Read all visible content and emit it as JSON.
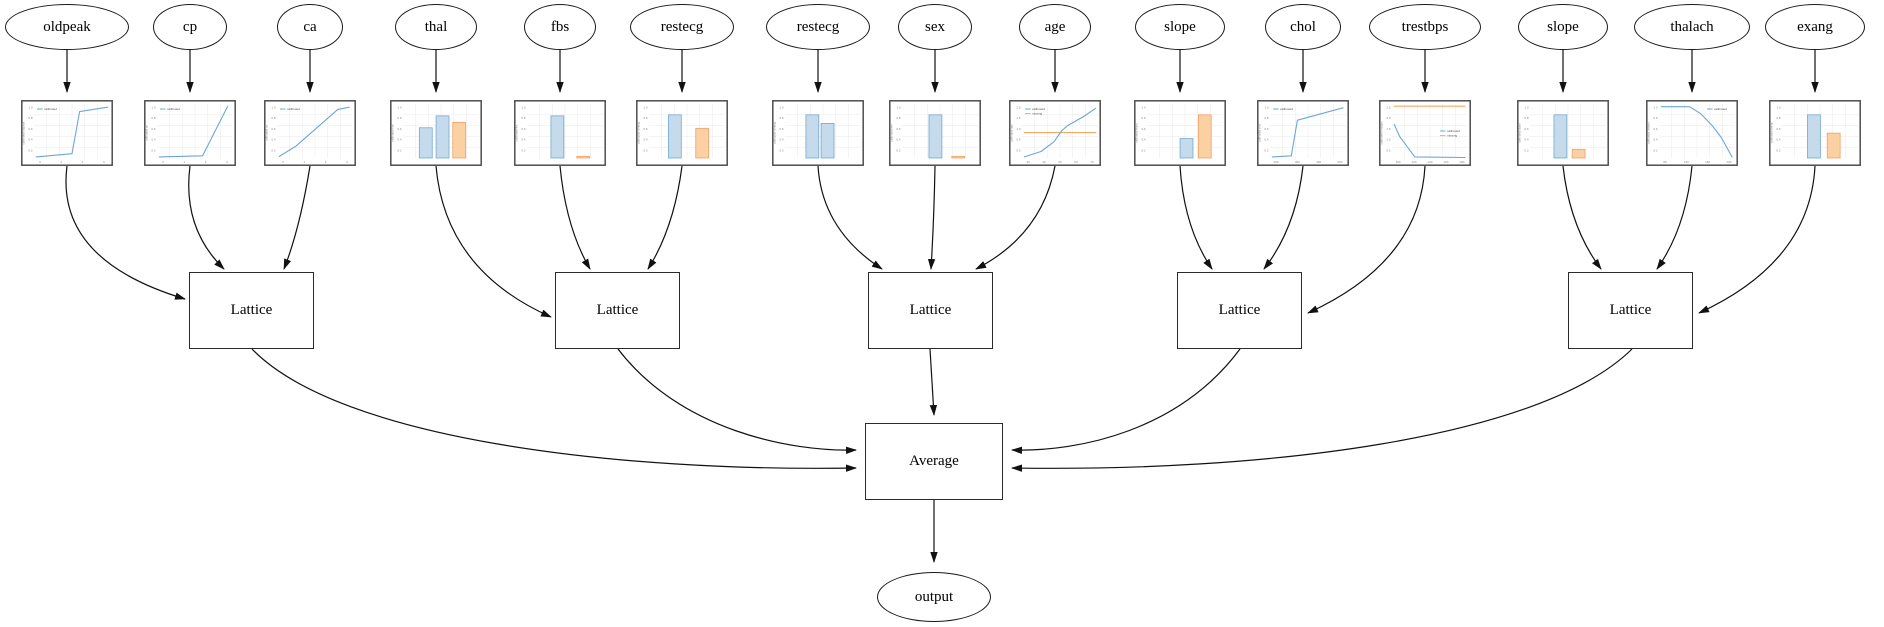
{
  "features": [
    {
      "id": "oldpeak",
      "label": "oldpeak",
      "plot": {
        "type": "line",
        "ylabel": "calibrated oldpeak",
        "yticks": [
          "1.0",
          "0.8",
          "0.6",
          "0.4",
          "0.2"
        ],
        "xticks": [
          "0",
          "2",
          "4",
          "6"
        ],
        "legend": {
          "pos": "tl",
          "entries": [
            {
              "color": "blue",
              "label": "calibrated"
            }
          ]
        },
        "lines": [
          {
            "color": "blue",
            "points": [
              [
                0.03,
                0.02
              ],
              [
                0.5,
                0.08
              ],
              [
                0.6,
                0.86
              ],
              [
                0.97,
                0.94
              ]
            ]
          }
        ]
      }
    },
    {
      "id": "cp",
      "label": "cp",
      "plot": {
        "type": "line",
        "ylabel": "calibrated cp",
        "yticks": [
          "1.0",
          "0.8",
          "0.6",
          "0.4",
          "0.2"
        ],
        "xticks": [
          "0",
          "1",
          "2",
          "3"
        ],
        "legend": {
          "pos": "tl",
          "entries": [
            {
              "color": "blue",
              "label": "calibrated"
            }
          ]
        },
        "lines": [
          {
            "color": "blue",
            "points": [
              [
                0.03,
                0.02
              ],
              [
                0.6,
                0.04
              ],
              [
                0.93,
                0.96
              ]
            ]
          }
        ]
      }
    },
    {
      "id": "ca",
      "label": "ca",
      "plot": {
        "type": "line",
        "ylabel": "calibrated ca",
        "yticks": [
          "1.0",
          "0.8",
          "0.6",
          "0.4",
          "0.2"
        ],
        "xticks": [
          "0",
          "1",
          "2",
          "3"
        ],
        "legend": {
          "pos": "tl",
          "entries": [
            {
              "color": "blue",
              "label": "calibrated"
            }
          ]
        },
        "lines": [
          {
            "color": "blue",
            "points": [
              [
                0.03,
                0.03
              ],
              [
                0.25,
                0.22
              ],
              [
                0.8,
                0.9
              ],
              [
                0.95,
                0.94
              ]
            ]
          }
        ]
      }
    },
    {
      "id": "thal",
      "label": "thal",
      "plot": {
        "type": "bar",
        "ylabel": "calibrated thal",
        "yticks": [
          "1.0",
          "0.8",
          "0.6",
          "0.4",
          "0.2"
        ],
        "xticks": [],
        "bars": [
          {
            "x": 0.3,
            "h": 0.56,
            "color": "blue"
          },
          {
            "x": 0.52,
            "h": 0.78,
            "color": "blue"
          },
          {
            "x": 0.74,
            "h": 0.66,
            "color": "orange"
          }
        ]
      }
    },
    {
      "id": "fbs",
      "label": "fbs",
      "plot": {
        "type": "bar",
        "ylabel": "calibrated fbs",
        "yticks": [
          "1.0",
          "0.8",
          "0.6",
          "0.4",
          "0.2"
        ],
        "xticks": [],
        "bars": [
          {
            "x": 0.4,
            "h": 0.78,
            "color": "blue"
          },
          {
            "x": 0.74,
            "h": 0.03,
            "color": "orange"
          }
        ]
      }
    },
    {
      "id": "restecg",
      "label": "restecg",
      "plot": {
        "type": "bar",
        "ylabel": "calibrated restecg",
        "yticks": [
          "1.0",
          "0.8",
          "0.6",
          "0.4",
          "0.2"
        ],
        "xticks": [],
        "bars": [
          {
            "x": 0.34,
            "h": 0.8,
            "color": "blue"
          },
          {
            "x": 0.7,
            "h": 0.55,
            "color": "orange"
          }
        ]
      }
    },
    {
      "id": "restecg2",
      "label": "restecg",
      "plot": {
        "type": "bar",
        "ylabel": "calibrated restecg",
        "yticks": [
          "1.0",
          "0.8",
          "0.6",
          "0.4",
          "0.2"
        ],
        "xticks": [],
        "bars": [
          {
            "x": 0.36,
            "h": 0.8,
            "color": "blue"
          },
          {
            "x": 0.56,
            "h": 0.64,
            "color": "blue"
          }
        ]
      }
    },
    {
      "id": "sex",
      "label": "sex",
      "plot": {
        "type": "bar",
        "ylabel": "calibrated sex",
        "yticks": [
          "1.0",
          "0.8",
          "0.6",
          "0.4",
          "0.2"
        ],
        "xticks": [],
        "bars": [
          {
            "x": 0.44,
            "h": 0.8,
            "color": "blue"
          },
          {
            "x": 0.74,
            "h": 0.03,
            "color": "orange"
          }
        ]
      }
    },
    {
      "id": "age",
      "label": "age",
      "plot": {
        "type": "line",
        "ylabel": "calibrated age",
        "yticks": [
          "2.0",
          "1.5",
          "1.0",
          "0.5",
          "0.0"
        ],
        "xticks": [
          "30",
          "40",
          "50",
          "60",
          "70"
        ],
        "legend": {
          "pos": "tl",
          "entries": [
            {
              "color": "blue",
              "label": "calibrated"
            },
            {
              "color": "orange",
              "label": "missing"
            }
          ]
        },
        "lines": [
          {
            "color": "orange",
            "points": [
              [
                0.03,
                0.47
              ],
              [
                0.97,
                0.47
              ]
            ]
          },
          {
            "color": "blue",
            "points": [
              [
                0.03,
                0.02
              ],
              [
                0.25,
                0.12
              ],
              [
                0.42,
                0.3
              ],
              [
                0.52,
                0.5
              ],
              [
                0.6,
                0.6
              ],
              [
                0.8,
                0.76
              ],
              [
                0.97,
                0.92
              ]
            ]
          }
        ]
      }
    },
    {
      "id": "slope",
      "label": "slope",
      "plot": {
        "type": "bar",
        "ylabel": "calibrated slope",
        "yticks": [
          "1.0",
          "0.8",
          "0.6",
          "0.4",
          "0.2"
        ],
        "xticks": [],
        "bars": [
          {
            "x": 0.52,
            "h": 0.36,
            "color": "blue"
          },
          {
            "x": 0.76,
            "h": 0.8,
            "color": "orange"
          }
        ]
      }
    },
    {
      "id": "chol",
      "label": "chol",
      "plot": {
        "type": "line",
        "ylabel": "calibrated chol",
        "yticks": [
          "1.0",
          "0.8",
          "0.6",
          "0.4",
          "0.2"
        ],
        "xticks": [
          "200",
          "300",
          "400",
          "500"
        ],
        "legend": {
          "pos": "tl",
          "entries": [
            {
              "color": "blue",
              "label": "calibrated"
            }
          ]
        },
        "lines": [
          {
            "color": "blue",
            "points": [
              [
                0.03,
                0.02
              ],
              [
                0.28,
                0.04
              ],
              [
                0.36,
                0.7
              ],
              [
                0.96,
                0.93
              ]
            ]
          }
        ]
      }
    },
    {
      "id": "trestbps",
      "label": "trestbps",
      "plot": {
        "type": "line",
        "ylabel": "calibrated trestbps",
        "yticks": [
          "2.5",
          "2.0",
          "1.5",
          "1.0",
          "0.5"
        ],
        "xticks": [
          "100",
          "120",
          "140",
          "160",
          "180"
        ],
        "legend": {
          "pos": "mr",
          "entries": [
            {
              "color": "blue",
              "label": "calibrated"
            },
            {
              "color": "orange",
              "label": "missing"
            }
          ]
        },
        "lines": [
          {
            "color": "orange",
            "points": [
              [
                0.03,
                0.96
              ],
              [
                0.96,
                0.96
              ]
            ]
          },
          {
            "color": "blue",
            "points": [
              [
                0.03,
                0.62
              ],
              [
                0.1,
                0.4
              ],
              [
                0.3,
                0.02
              ],
              [
                0.96,
                0.01
              ]
            ]
          }
        ]
      }
    },
    {
      "id": "slope2",
      "label": "slope",
      "plot": {
        "type": "bar",
        "ylabel": "calibrated slope",
        "yticks": [
          "1.0",
          "0.8",
          "0.6",
          "0.4",
          "0.2"
        ],
        "xticks": [],
        "bars": [
          {
            "x": 0.4,
            "h": 0.8,
            "color": "blue"
          },
          {
            "x": 0.64,
            "h": 0.16,
            "color": "orange"
          }
        ]
      }
    },
    {
      "id": "thalach",
      "label": "thalach",
      "plot": {
        "type": "line",
        "ylabel": "calibrated thalach",
        "yticks": [
          "1.0",
          "0.8",
          "0.6",
          "0.4",
          "0.2"
        ],
        "xticks": [
          "80",
          "120",
          "160",
          "200"
        ],
        "legend": {
          "pos": "tr",
          "entries": [
            {
              "color": "blue",
              "label": "calibrated"
            }
          ]
        },
        "lines": [
          {
            "color": "blue",
            "points": [
              [
                0.03,
                0.95
              ],
              [
                0.4,
                0.95
              ],
              [
                0.55,
                0.82
              ],
              [
                0.7,
                0.6
              ],
              [
                0.82,
                0.38
              ],
              [
                0.96,
                0.02
              ]
            ]
          }
        ]
      }
    },
    {
      "id": "exang",
      "label": "exang",
      "plot": {
        "type": "bar",
        "ylabel": "calibrated exang",
        "yticks": [
          "1.0",
          "0.8",
          "0.6",
          "0.4",
          "0.2"
        ],
        "xticks": [],
        "bars": [
          {
            "x": 0.42,
            "h": 0.8,
            "color": "blue"
          },
          {
            "x": 0.68,
            "h": 0.46,
            "color": "orange"
          }
        ]
      }
    }
  ],
  "groups": [
    [
      0,
      1,
      2
    ],
    [
      3,
      4,
      5
    ],
    [
      6,
      7,
      8
    ],
    [
      9,
      10,
      11
    ],
    [
      12,
      13,
      14
    ]
  ],
  "lattices": [
    {
      "label": "Lattice"
    },
    {
      "label": "Lattice"
    },
    {
      "label": "Lattice"
    },
    {
      "label": "Lattice"
    },
    {
      "label": "Lattice"
    }
  ],
  "average": {
    "label": "Average"
  },
  "output": {
    "label": "output"
  },
  "legend_labels": {
    "calibrated": "calibrated",
    "missing": "missing"
  },
  "colors": {
    "edge": "#111111",
    "frame": "#4d4d4d",
    "grid": "#e9e9e9",
    "line_blue": "#6ea6d8",
    "line_orange": "#f4a860",
    "bar_blue_fill": "#c5daeb",
    "bar_blue_edge": "#74a9d1",
    "bar_orange_fill": "#fbd0a3",
    "bar_orange_edge": "#eea266",
    "tick_text": "#888888"
  }
}
